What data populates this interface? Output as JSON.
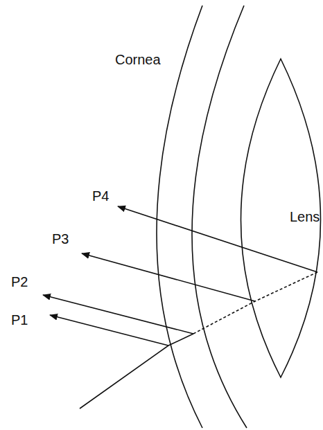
{
  "diagram": {
    "labels": [
      "Cornea",
      "Lens",
      "P4",
      "P3",
      "P2",
      "P1"
    ]
  }
}
